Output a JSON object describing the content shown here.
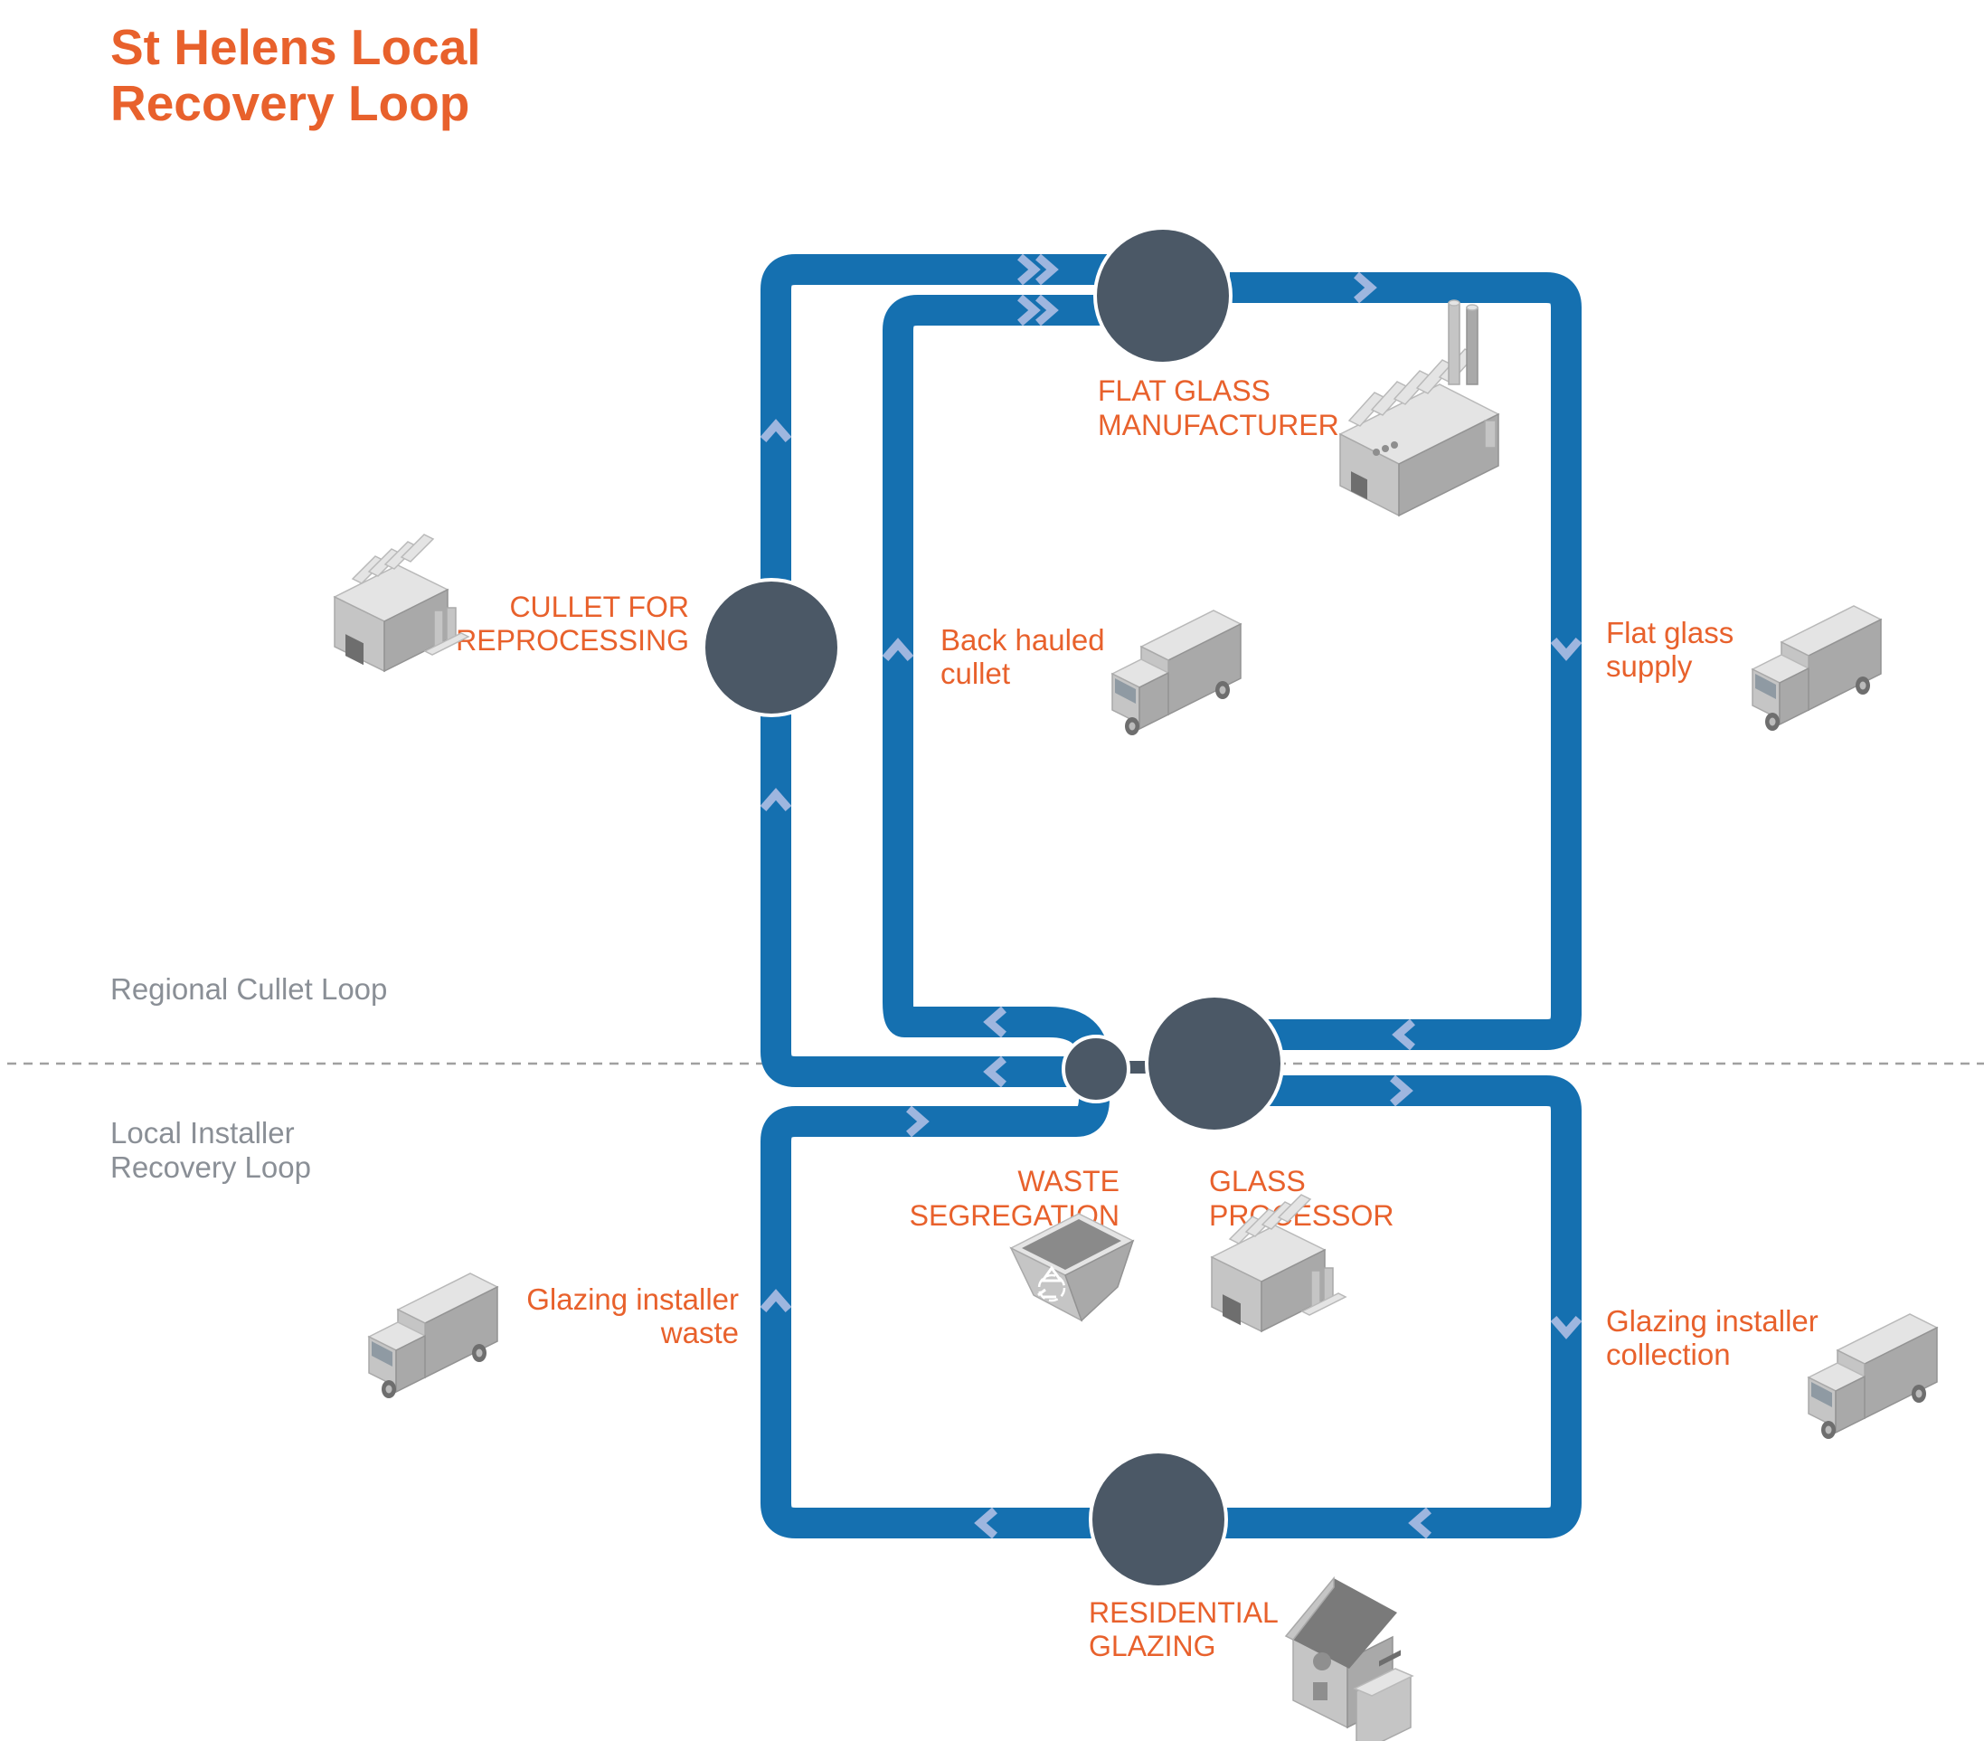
{
  "title": {
    "line1": "St Helens Local",
    "line2": "Recovery Loop"
  },
  "loops": {
    "regional": {
      "label": "Regional Cullet Loop"
    },
    "local": {
      "line1": "Local Installer",
      "line2": "Recovery Loop"
    }
  },
  "nodes": {
    "flat_glass_manufacturer": {
      "line1": "FLAT GLASS",
      "line2": "MANUFACTURER",
      "icon": "factory-icon"
    },
    "cullet_reprocessing": {
      "line1": "CULLET FOR",
      "line2": "REPROCESSING",
      "icon": "plant-icon"
    },
    "waste_segregation": {
      "line1": "WASTE",
      "line2": "SEGREGATION",
      "icon": "recycling-skip-icon"
    },
    "glass_processor": {
      "line1": "GLASS",
      "line2": "PROCESSOR",
      "icon": "plant-icon"
    },
    "residential_glazing": {
      "line1": "RESIDENTIAL",
      "line2": "GLAZING",
      "icon": "house-icon"
    }
  },
  "flows": {
    "back_hauled_cullet": {
      "line1": "Back hauled",
      "line2": "cullet",
      "icon": "truck-icon"
    },
    "flat_glass_supply": {
      "line1": "Flat glass",
      "line2": "supply",
      "icon": "truck-icon"
    },
    "glazing_installer_waste": {
      "line1": "Glazing installer",
      "line2": "waste",
      "icon": "truck-icon"
    },
    "glazing_installer_collection": {
      "line1": "Glazing installer",
      "line2": "collection",
      "icon": "truck-icon"
    }
  },
  "colors": {
    "accent_orange": "#E8612C",
    "pipe_blue": "#1570B0",
    "chevron": "#9EB6DF",
    "node_fill": "#4B5866",
    "label_grey": "#8A8F96",
    "divider": "#A0A0A0"
  }
}
